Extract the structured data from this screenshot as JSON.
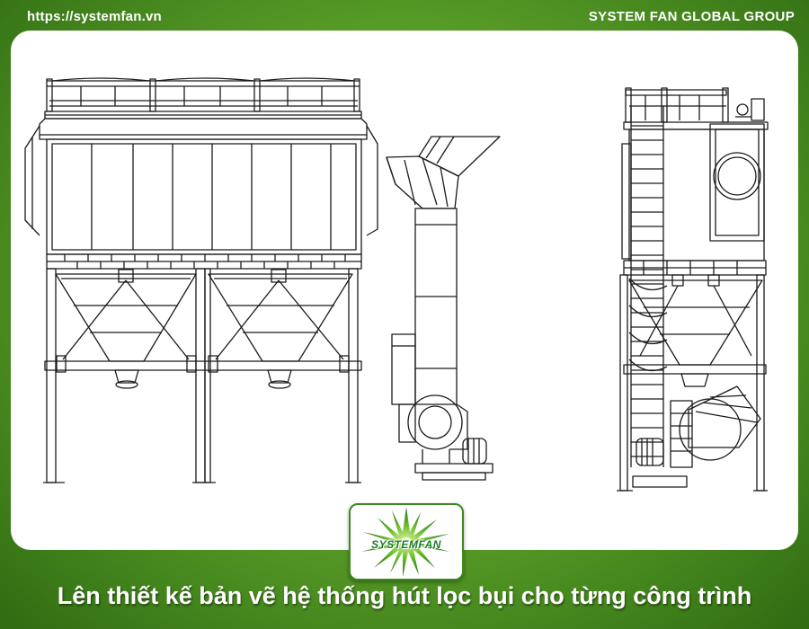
{
  "header": {
    "website_url": "https://systemfan.vn",
    "company_name": "SYSTEM FAN GLOBAL GROUP"
  },
  "logo": {
    "text": "SYSTEMFAN"
  },
  "caption": "Lên thiết kế bản vẽ hệ thống hút lọc bụi cho từng công trình",
  "colors": {
    "background_green": "#5da22a",
    "dark_green": "#2f6b12",
    "light_green": "#8cc63f",
    "drawing_line": "#1a1a1a",
    "logo_green": "#1e7a2a"
  }
}
